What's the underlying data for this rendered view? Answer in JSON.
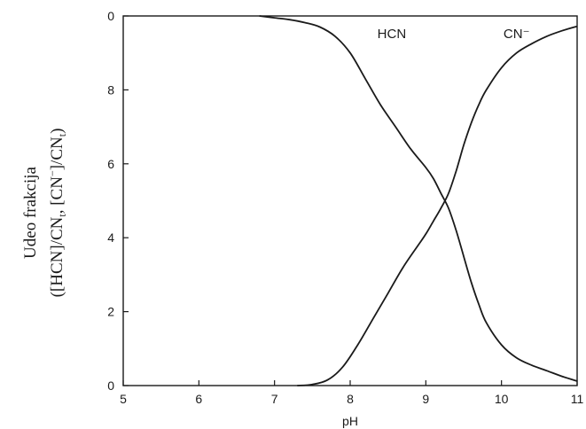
{
  "chart_data": {
    "type": "line",
    "xlabel": "pH",
    "ylabel_line1": "Udeo frakcija",
    "ylabel_line2_parts": {
      "open": "([HCN]/CN",
      "sub1": "t",
      "mid": ", [CN",
      "sup": "−",
      "mid2": "]/CN",
      "sub2": "t",
      "close": ")"
    },
    "xlim": [
      5,
      11
    ],
    "ylim": [
      0,
      1
    ],
    "x_ticks": [
      "5",
      "6",
      "7",
      "8",
      "9",
      "10",
      "11"
    ],
    "y_ticks": [
      "0",
      "2",
      "4",
      "6",
      "8",
      "0"
    ],
    "y_tick_values": [
      0,
      0.2,
      0.4,
      0.6,
      0.8,
      1.0
    ],
    "grid": false,
    "series": [
      {
        "name": "HCN",
        "label_at": [
          8.55,
          0.94
        ],
        "points": [
          [
            6.8,
            1.0
          ],
          [
            7.0,
            0.995
          ],
          [
            7.2,
            0.99
          ],
          [
            7.4,
            0.982
          ],
          [
            7.6,
            0.97
          ],
          [
            7.8,
            0.945
          ],
          [
            8.0,
            0.9
          ],
          [
            8.2,
            0.83
          ],
          [
            8.4,
            0.76
          ],
          [
            8.6,
            0.7
          ],
          [
            8.8,
            0.64
          ],
          [
            9.0,
            0.59
          ],
          [
            9.1,
            0.56
          ],
          [
            9.2,
            0.52
          ],
          [
            9.3,
            0.48
          ],
          [
            9.4,
            0.42
          ],
          [
            9.5,
            0.35
          ],
          [
            9.6,
            0.28
          ],
          [
            9.7,
            0.22
          ],
          [
            9.8,
            0.17
          ],
          [
            10.0,
            0.11
          ],
          [
            10.2,
            0.075
          ],
          [
            10.4,
            0.055
          ],
          [
            10.6,
            0.04
          ],
          [
            10.8,
            0.025
          ],
          [
            11.0,
            0.012
          ]
        ]
      },
      {
        "name": "CN⁻",
        "label_at": [
          10.2,
          0.94
        ],
        "points": [
          [
            7.3,
            0.0
          ],
          [
            7.5,
            0.003
          ],
          [
            7.7,
            0.015
          ],
          [
            7.9,
            0.05
          ],
          [
            8.1,
            0.11
          ],
          [
            8.3,
            0.18
          ],
          [
            8.5,
            0.25
          ],
          [
            8.7,
            0.32
          ],
          [
            8.9,
            0.38
          ],
          [
            9.0,
            0.41
          ],
          [
            9.1,
            0.445
          ],
          [
            9.2,
            0.48
          ],
          [
            9.3,
            0.52
          ],
          [
            9.4,
            0.58
          ],
          [
            9.5,
            0.65
          ],
          [
            9.6,
            0.71
          ],
          [
            9.7,
            0.76
          ],
          [
            9.8,
            0.8
          ],
          [
            10.0,
            0.86
          ],
          [
            10.2,
            0.9
          ],
          [
            10.4,
            0.925
          ],
          [
            10.6,
            0.945
          ],
          [
            10.8,
            0.96
          ],
          [
            11.0,
            0.972
          ]
        ]
      }
    ]
  }
}
